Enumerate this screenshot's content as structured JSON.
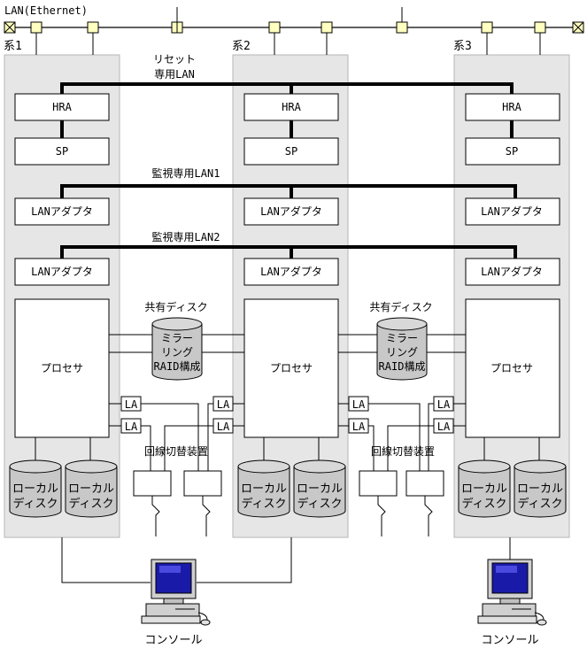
{
  "lan_label": "LAN(Ethernet)",
  "systems": [
    {
      "label": "系1"
    },
    {
      "label": "系2"
    },
    {
      "label": "系3"
    }
  ],
  "reset_lan": {
    "line1": "リセット",
    "line2": "専用LAN"
  },
  "monitor_lan1": "監視専用LAN1",
  "monitor_lan2": "監視専用LAN2",
  "hra": "HRA",
  "sp": "SP",
  "lan_adapter": "LANアダプタ",
  "processor": "プロセサ",
  "shared_disk": {
    "label": "共有ディスク",
    "line1": "ミラー",
    "line2": "リング",
    "line3": "RAID構成"
  },
  "la": "LA",
  "switch_device": "回線切替装置",
  "local_disk": {
    "line1": "ローカル",
    "line2": "ディスク"
  },
  "console": "コンソール"
}
